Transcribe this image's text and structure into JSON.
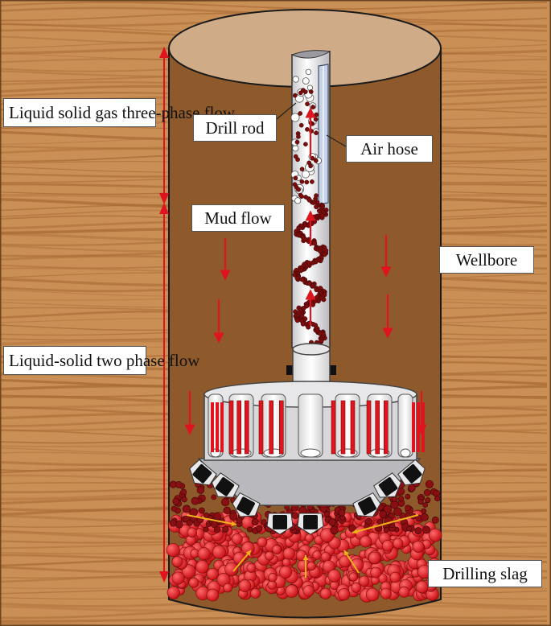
{
  "labels": {
    "three_phase": "Liquid solid gas three-phase flow",
    "drill_rod": "Drill rod",
    "air_hose": "Air hose",
    "mud_flow": "Mud flow",
    "wellbore": "Wellbore",
    "two_phase": "Liquid-solid two phase flow",
    "drilling_slag": "Drilling slag"
  },
  "colors": {
    "wood_light": "#c98f55",
    "wood_dark": "#a86a34",
    "wellbore_fill": "#8e5a2b",
    "wellbore_top": "#d0ab87",
    "arrow_red": "#e0141e",
    "arrow_yellow": "#f0b21a",
    "slag_red": "#e0141e",
    "particle_dark": "#7a0c0c"
  }
}
